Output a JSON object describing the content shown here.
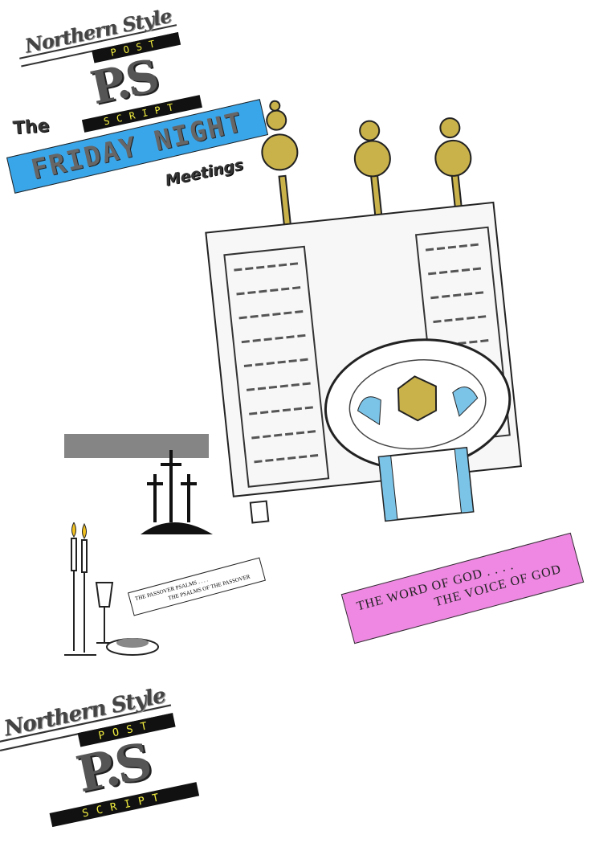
{
  "logo_top": {
    "script": "Northern Style",
    "post": "POST",
    "ps": "P.S",
    "script_word": "SCRIPT"
  },
  "title": {
    "the": "The",
    "friday_night": "FRIDAY NIGHT",
    "meetings": "Meetings"
  },
  "passover_label": {
    "line1": "THE PASSOVER PSALMS . . . .",
    "line2": "THE PSALMS OF THE PASSOVER"
  },
  "word_label": {
    "line1": "THE WORD OF GOD . . . .",
    "line2": "THE VOICE OF GOD",
    "color": "#ee88e2"
  },
  "logo_bottom": {
    "script": "Northern Style",
    "post": "POST",
    "ps": "P.S",
    "script_word": "SCRIPT"
  },
  "colors": {
    "banner": "#3aa6ea",
    "gold": "#c9b24a",
    "blue_accent": "#7cc3e8"
  }
}
